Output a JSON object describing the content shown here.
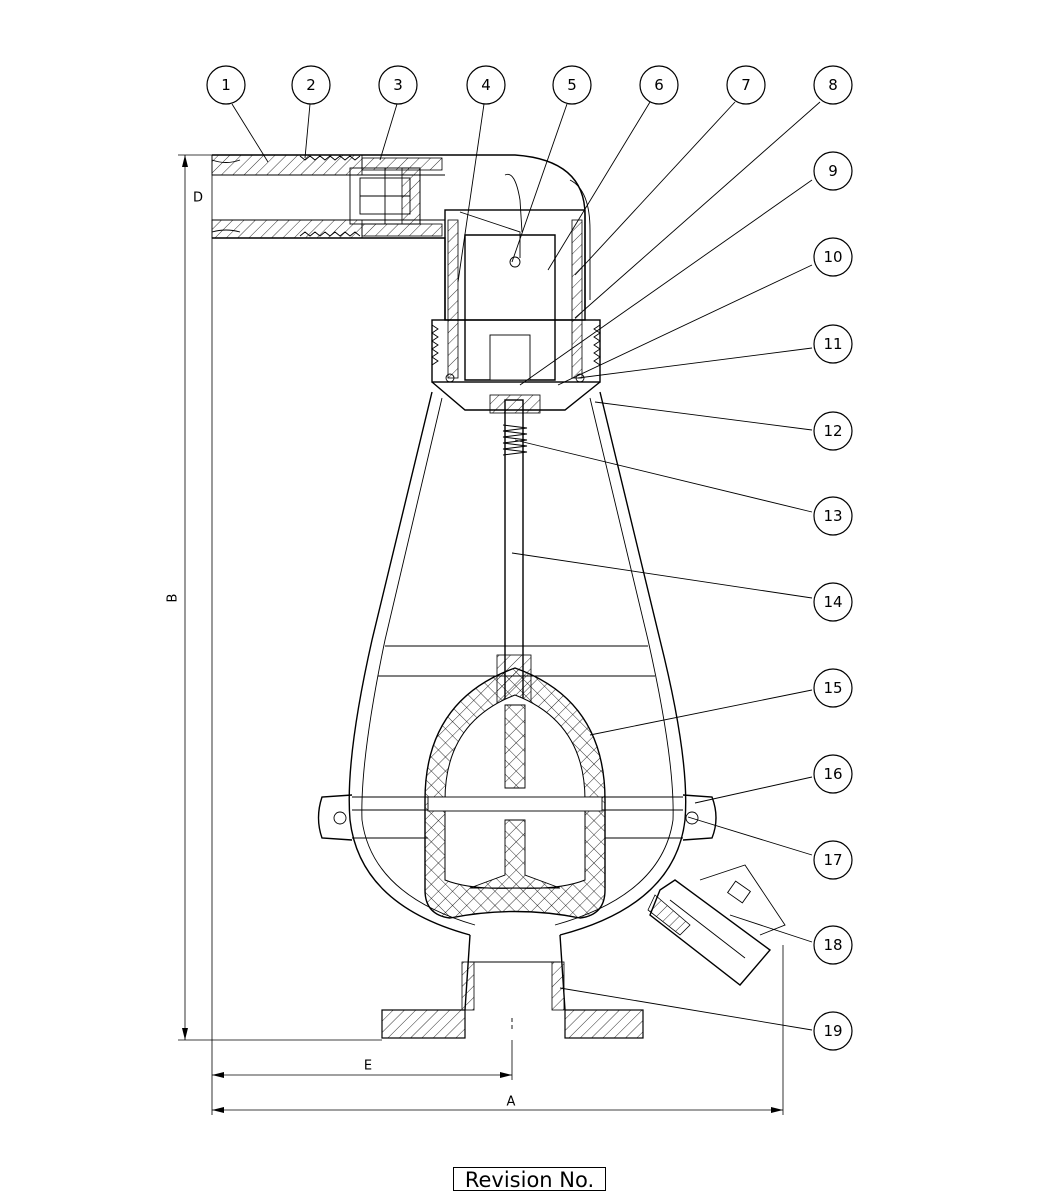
{
  "balloons": [
    "1",
    "2",
    "3",
    "4",
    "5",
    "6",
    "7",
    "8",
    "9",
    "10",
    "11",
    "12",
    "13",
    "14",
    "15",
    "16",
    "17",
    "18",
    "19"
  ],
  "dimensions": {
    "a": "A",
    "b": "B",
    "d": "D",
    "e": "E"
  },
  "revision_label": "Revision No."
}
